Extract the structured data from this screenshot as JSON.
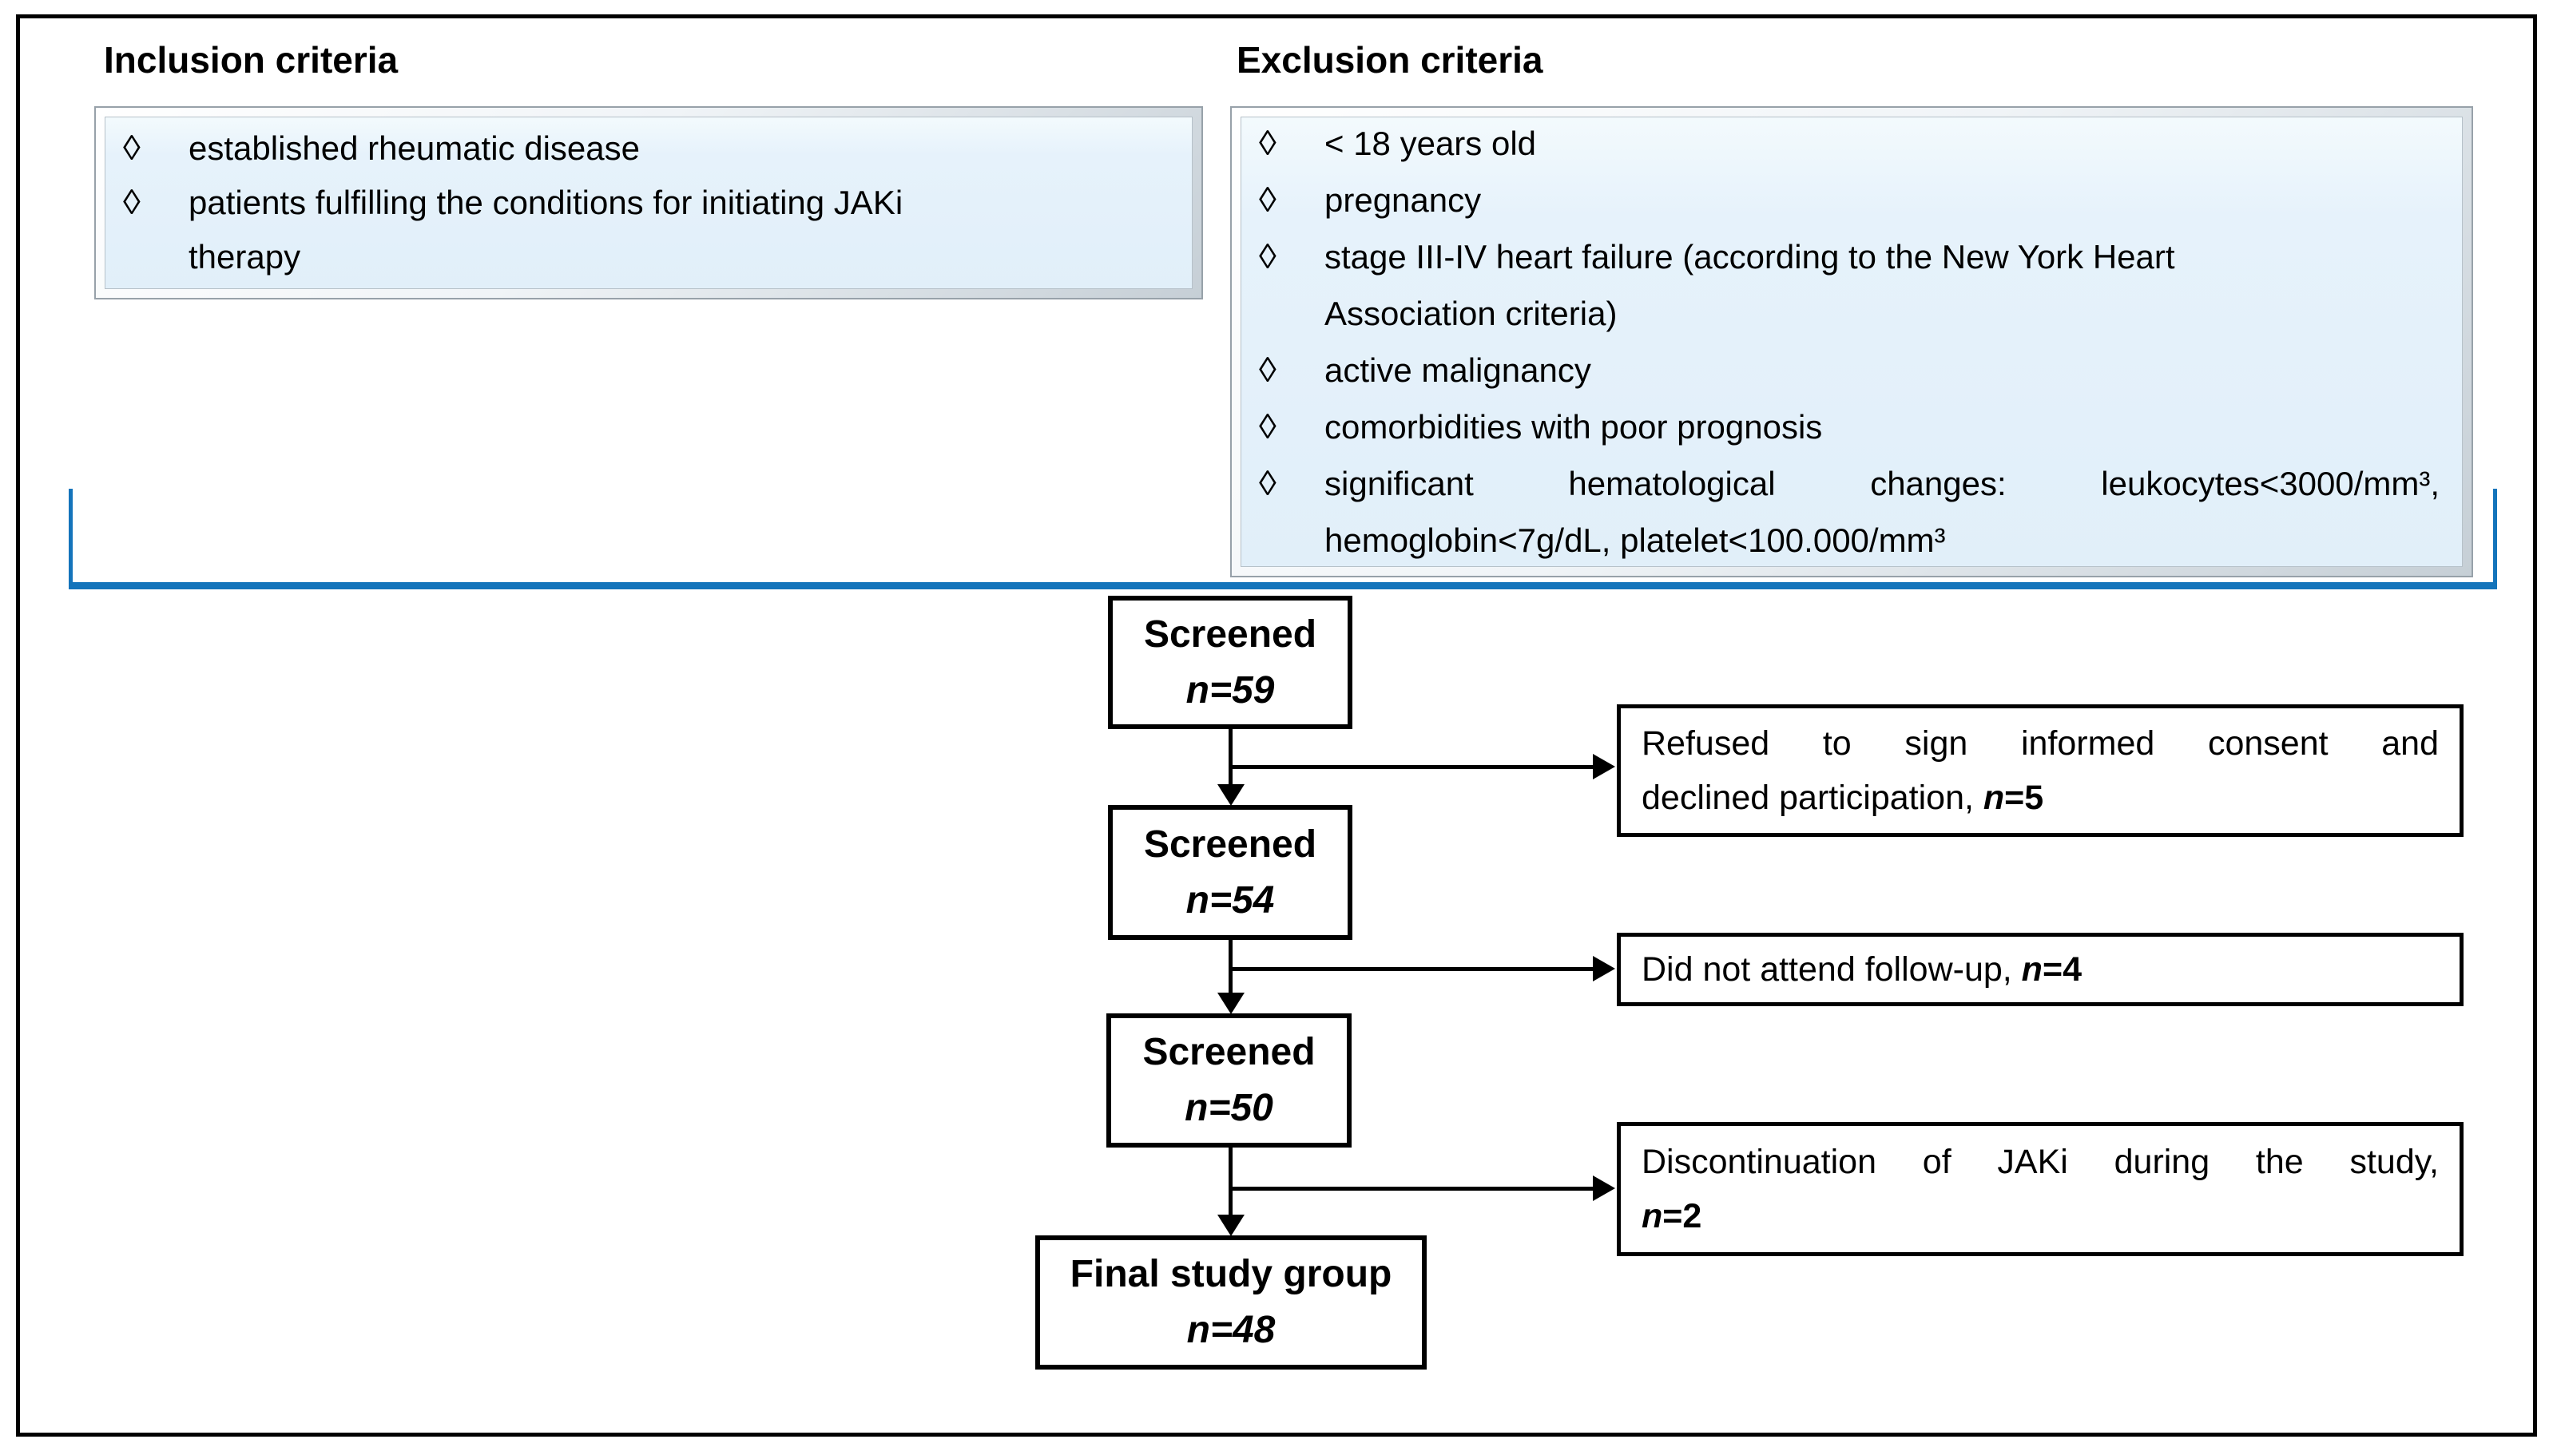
{
  "inclusion": {
    "title": "Inclusion criteria",
    "items": [
      {
        "lines": [
          "established rheumatic disease"
        ]
      },
      {
        "lines": [
          "patients fulfilling the conditions for initiating JAKi",
          "therapy"
        ]
      }
    ]
  },
  "exclusion": {
    "title": "Exclusion criteria",
    "items": [
      {
        "lines": [
          "< 18 years old"
        ]
      },
      {
        "lines": [
          "pregnancy"
        ]
      },
      {
        "lines": [
          "stage III-IV heart failure (according to the New York Heart",
          "Association criteria)"
        ]
      },
      {
        "lines": [
          "active malignancy"
        ]
      },
      {
        "lines": [
          "comorbidities with poor prognosis"
        ]
      },
      {
        "lines": [
          "significant hematological changes: leukocytes<3000/mm³,",
          "hemoglobin<7g/dL, platelet<100.000/mm³"
        ]
      }
    ]
  },
  "bullet_glyph": "◊",
  "flow_nodes": [
    {
      "title": "Screened",
      "count": "n=59"
    },
    {
      "title": "Screened",
      "count": "n=54"
    },
    {
      "title": "Screened",
      "count": "n=50"
    },
    {
      "title": "Final study group",
      "count": "n=48"
    }
  ],
  "side_boxes": [
    {
      "line1": "Refused to sign informed consent and",
      "line2": "declined participation, ",
      "n": "n",
      "value": "=5"
    },
    {
      "line1": "Did not attend follow-up, ",
      "n": "n",
      "value": "=4"
    },
    {
      "line1": "Discontinuation of JAKi during the study,",
      "n": "n",
      "value": "=2"
    }
  ],
  "colors": {
    "bracket_blue": "#1474bb",
    "criteria_fill": "#e4f1fb",
    "line_black": "#000000",
    "background": "#ffffff"
  }
}
